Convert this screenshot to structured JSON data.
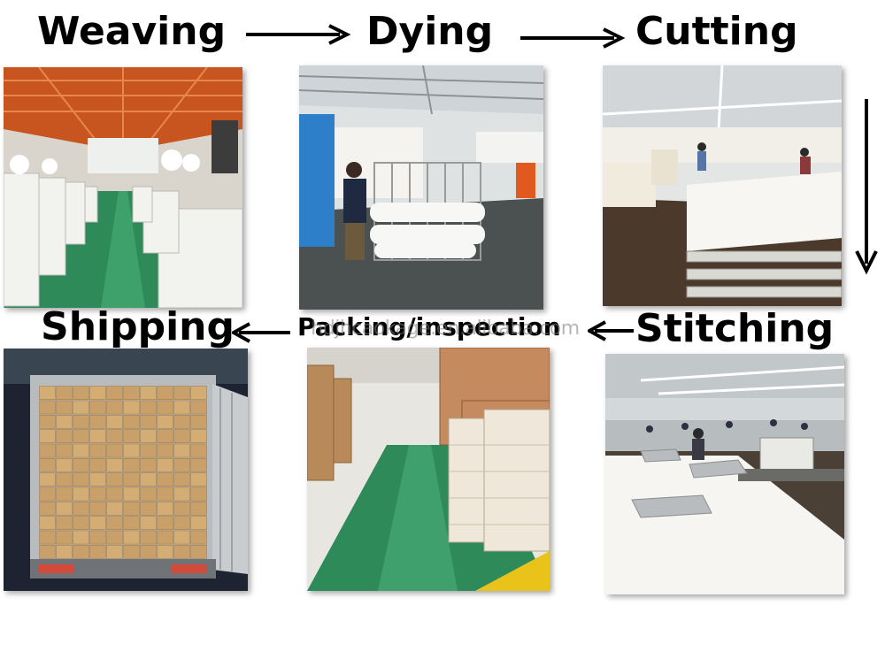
{
  "diagram": {
    "steps": [
      {
        "id": "weaving",
        "label": "Weaving"
      },
      {
        "id": "dying",
        "label": "Dying"
      },
      {
        "id": "cutting",
        "label": "Cutting"
      },
      {
        "id": "stitching",
        "label": "Stitching"
      },
      {
        "id": "packing",
        "label": "Packing/inspection"
      },
      {
        "id": "shipping",
        "label": "Shipping"
      }
    ],
    "watermark": "hdjhcaokage.en.alibaba.com",
    "flow_order": [
      "Weaving",
      "Dying",
      "Cutting",
      "Stitching",
      "Packing/inspection",
      "Shipping"
    ]
  },
  "colors": {
    "label_text": "#000000",
    "arrow": "#000000",
    "factory_floor_green": "#2f8a5a",
    "roof_orange": "#c8551f",
    "carton_tan": "#c9a06a"
  }
}
